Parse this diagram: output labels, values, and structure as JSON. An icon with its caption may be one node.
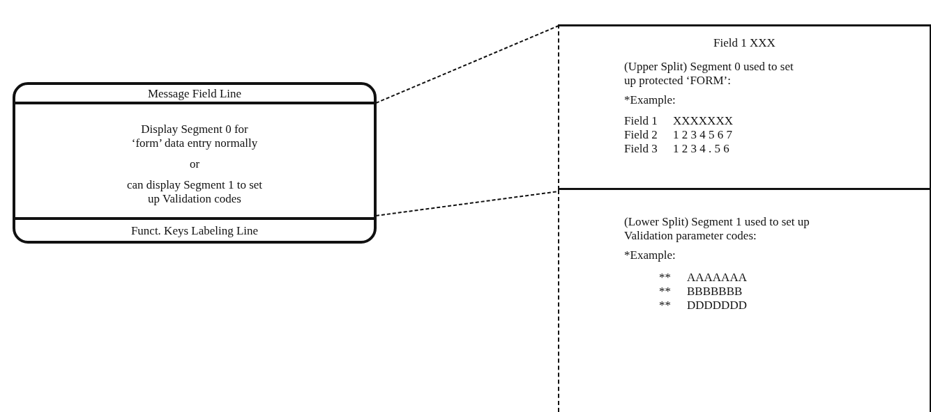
{
  "diagram": {
    "nodes": [
      {
        "text": [],
        "shape": "box"
      },
      {
        "text": [
          "Message Field Line"
        ],
        "in": 0
      },
      {
        "text": [
          "Display Segment 0 for ‘form’ data entry normally",
          "or",
          "can display Segment 1 to set up Validation codes"
        ],
        "in": 0
      },
      {
        "text": [
          "Funct. Keys Labeling Line"
        ],
        "in": 0
      },
      {
        "text": [
          "Field 1 XXX",
          "(Upper Split) Segment 0 used to set up protected ‘FORM’:",
          "*Example:",
          "Field 1",
          "XXXXXXX",
          "Field 2",
          "1 2 3 4 5 6 7",
          "Field 3",
          "1 2 3 4 . 5 6"
        ]
      },
      {
        "text": [
          "(Lower Split) Segment 1 used to set up Validation parameter codes:",
          "*Example:",
          "**",
          "AAAAAAA",
          "**",
          "BBBBBBB",
          "**",
          "DDDDDDD"
        ]
      }
    ],
    "edges": [
      {
        "from": 0,
        "to": 4,
        "arrow": "none",
        "style": "dashed"
      },
      {
        "from": 0,
        "to": 5,
        "arrow": "none",
        "style": "dashed"
      }
    ]
  }
}
